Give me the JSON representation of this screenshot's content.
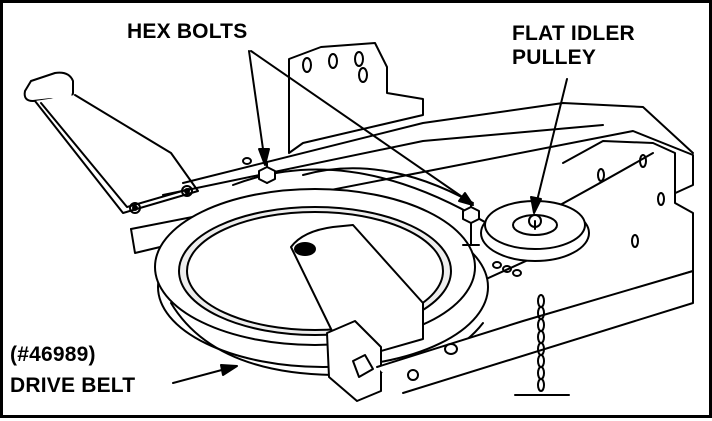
{
  "callouts": {
    "hex_bolts": "HEX BOLTS",
    "idler_line1": "FLAT IDLER",
    "idler_line2": "PULLEY",
    "part_number": "(#46989)",
    "drive_belt": "DRIVE BELT"
  },
  "colors": {
    "line": "#000000",
    "fill": "#ffffff",
    "shade": "#eeeeee",
    "border": "#000000"
  }
}
